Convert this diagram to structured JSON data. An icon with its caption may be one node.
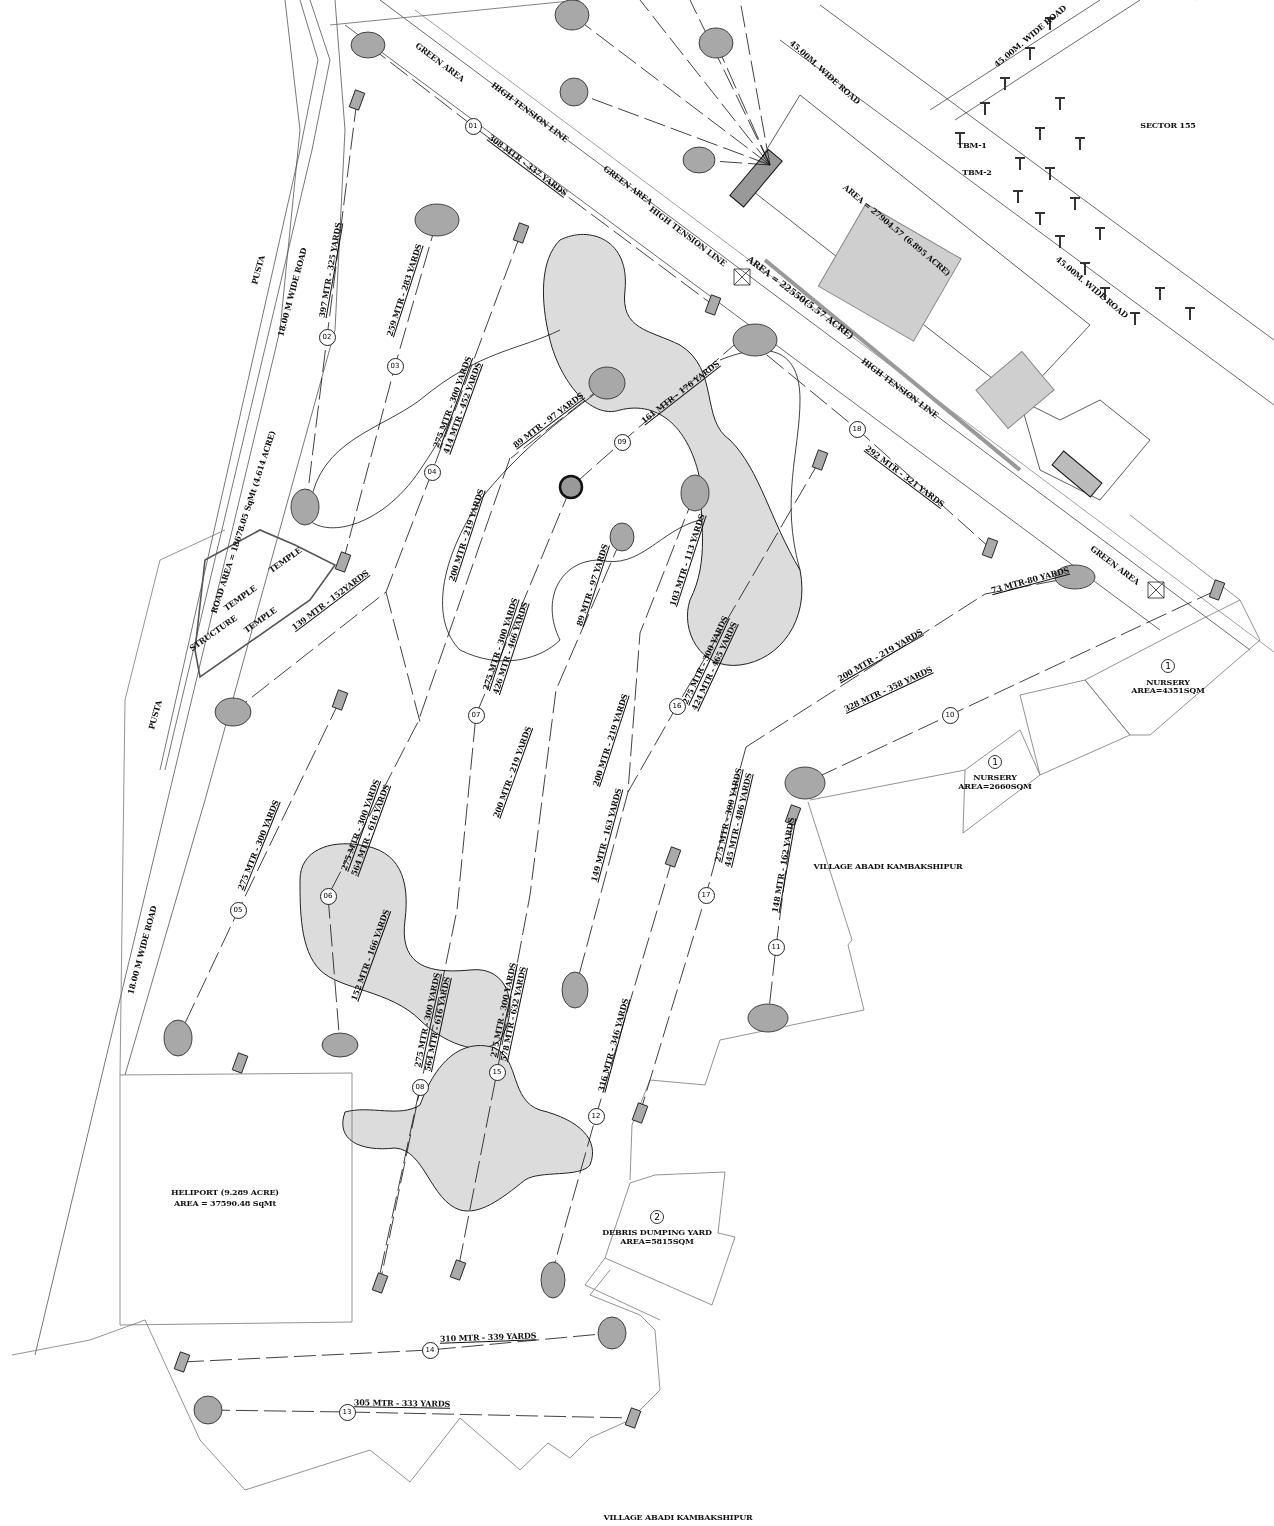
{
  "diagram": {
    "labels": [
      "GREEN AREA",
      "45.00M. WIDE ROAD",
      "45.00M. WIDE ROAD",
      "HIGH TENSION LINE",
      "01",
      "SECTOR 155",
      "TBM-1",
      "308 MTR - 337 YARDS",
      "TBM-2",
      "GREEN AREA",
      "AREA = 27904.57 (6.895 ACRE)",
      "HIGH TENSION LINE",
      "PUSTA",
      "397 MTR - 325 YARDS",
      "18.00 M WIDE ROAD",
      "259 MTR - 283 YARDS",
      "45.00M. WIDE ROAD",
      "AREA = 22550(5.57 ACRE)",
      "02",
      "03",
      "HIGH TENSION LINE",
      "161 MTR - 176 YARDS",
      "275 MTR - 300 YARDS",
      "414 MTR - 452 YARDS",
      "89 MTR - 97 YARDS",
      "18",
      "09",
      "04",
      "292 MTR - 321 YARDS",
      "ROAD AREA = 18678.05 SqMt (4.614 ACRE)",
      "TEMPLE",
      "TEMPLE",
      "TEMPLE",
      "STRUCTURE",
      "200 MTR - 219 YARDS",
      "89 MTR - 97 YARDS",
      "103 MTR - 113 YARDS",
      "GREEN AREA",
      "73 MTR-80 YARDS",
      "139 MTR - 152YARDS",
      "275 MTR - 300 YARDS",
      "426 MTR - 466 YARDS",
      "275 MTR - 300 YARDS",
      "424 MTR - 465 YARDS",
      "200 MTR - 219 YARDS",
      "1",
      "NURSERY",
      "AREA=4351SQM",
      "328 MTR - 358 YARDS",
      "16",
      "07",
      "10",
      "PUSTA",
      "200 MTR - 219 YARDS",
      "200 MTR - 219 YARDS",
      "1",
      "NURSERY",
      "AREA=2660SQM",
      "275 MTR - 300 YARDS",
      "445 MTR - 486 YARDS",
      "275 MTR - 300 YARDS",
      "564 MTR - 616 YARDS",
      "149 MTR - 163 YARDS",
      "275 MTR - 300 YARDS",
      "148 MTR - 162 YARDS",
      "VILLAGE ABADI KAMBAKSHIPUR",
      "17",
      "06",
      "05",
      "18.00 M WIDE ROAD",
      "11",
      "152 MTR - 166 YARDS",
      "275 MTR - 300 YARDS",
      "564 MTR - 616 YARDS",
      "275 MTR - 300 YARDS",
      "578 MTR - 632 YARDS",
      "316 MTR - 346 YARDS",
      "15",
      "08",
      "12",
      "HELIPORT (9.289 ACRE)",
      "AREA = 37590.48 SqMt",
      "2",
      "DEBRIS DUMPING YARD",
      "AREA=5815SQM",
      "310 MTR - 339 YARDS",
      "14",
      "305 MTR - 333 YARDS",
      "13",
      "VILLAGE ABADI KAMBAKSHIPUR"
    ]
  }
}
